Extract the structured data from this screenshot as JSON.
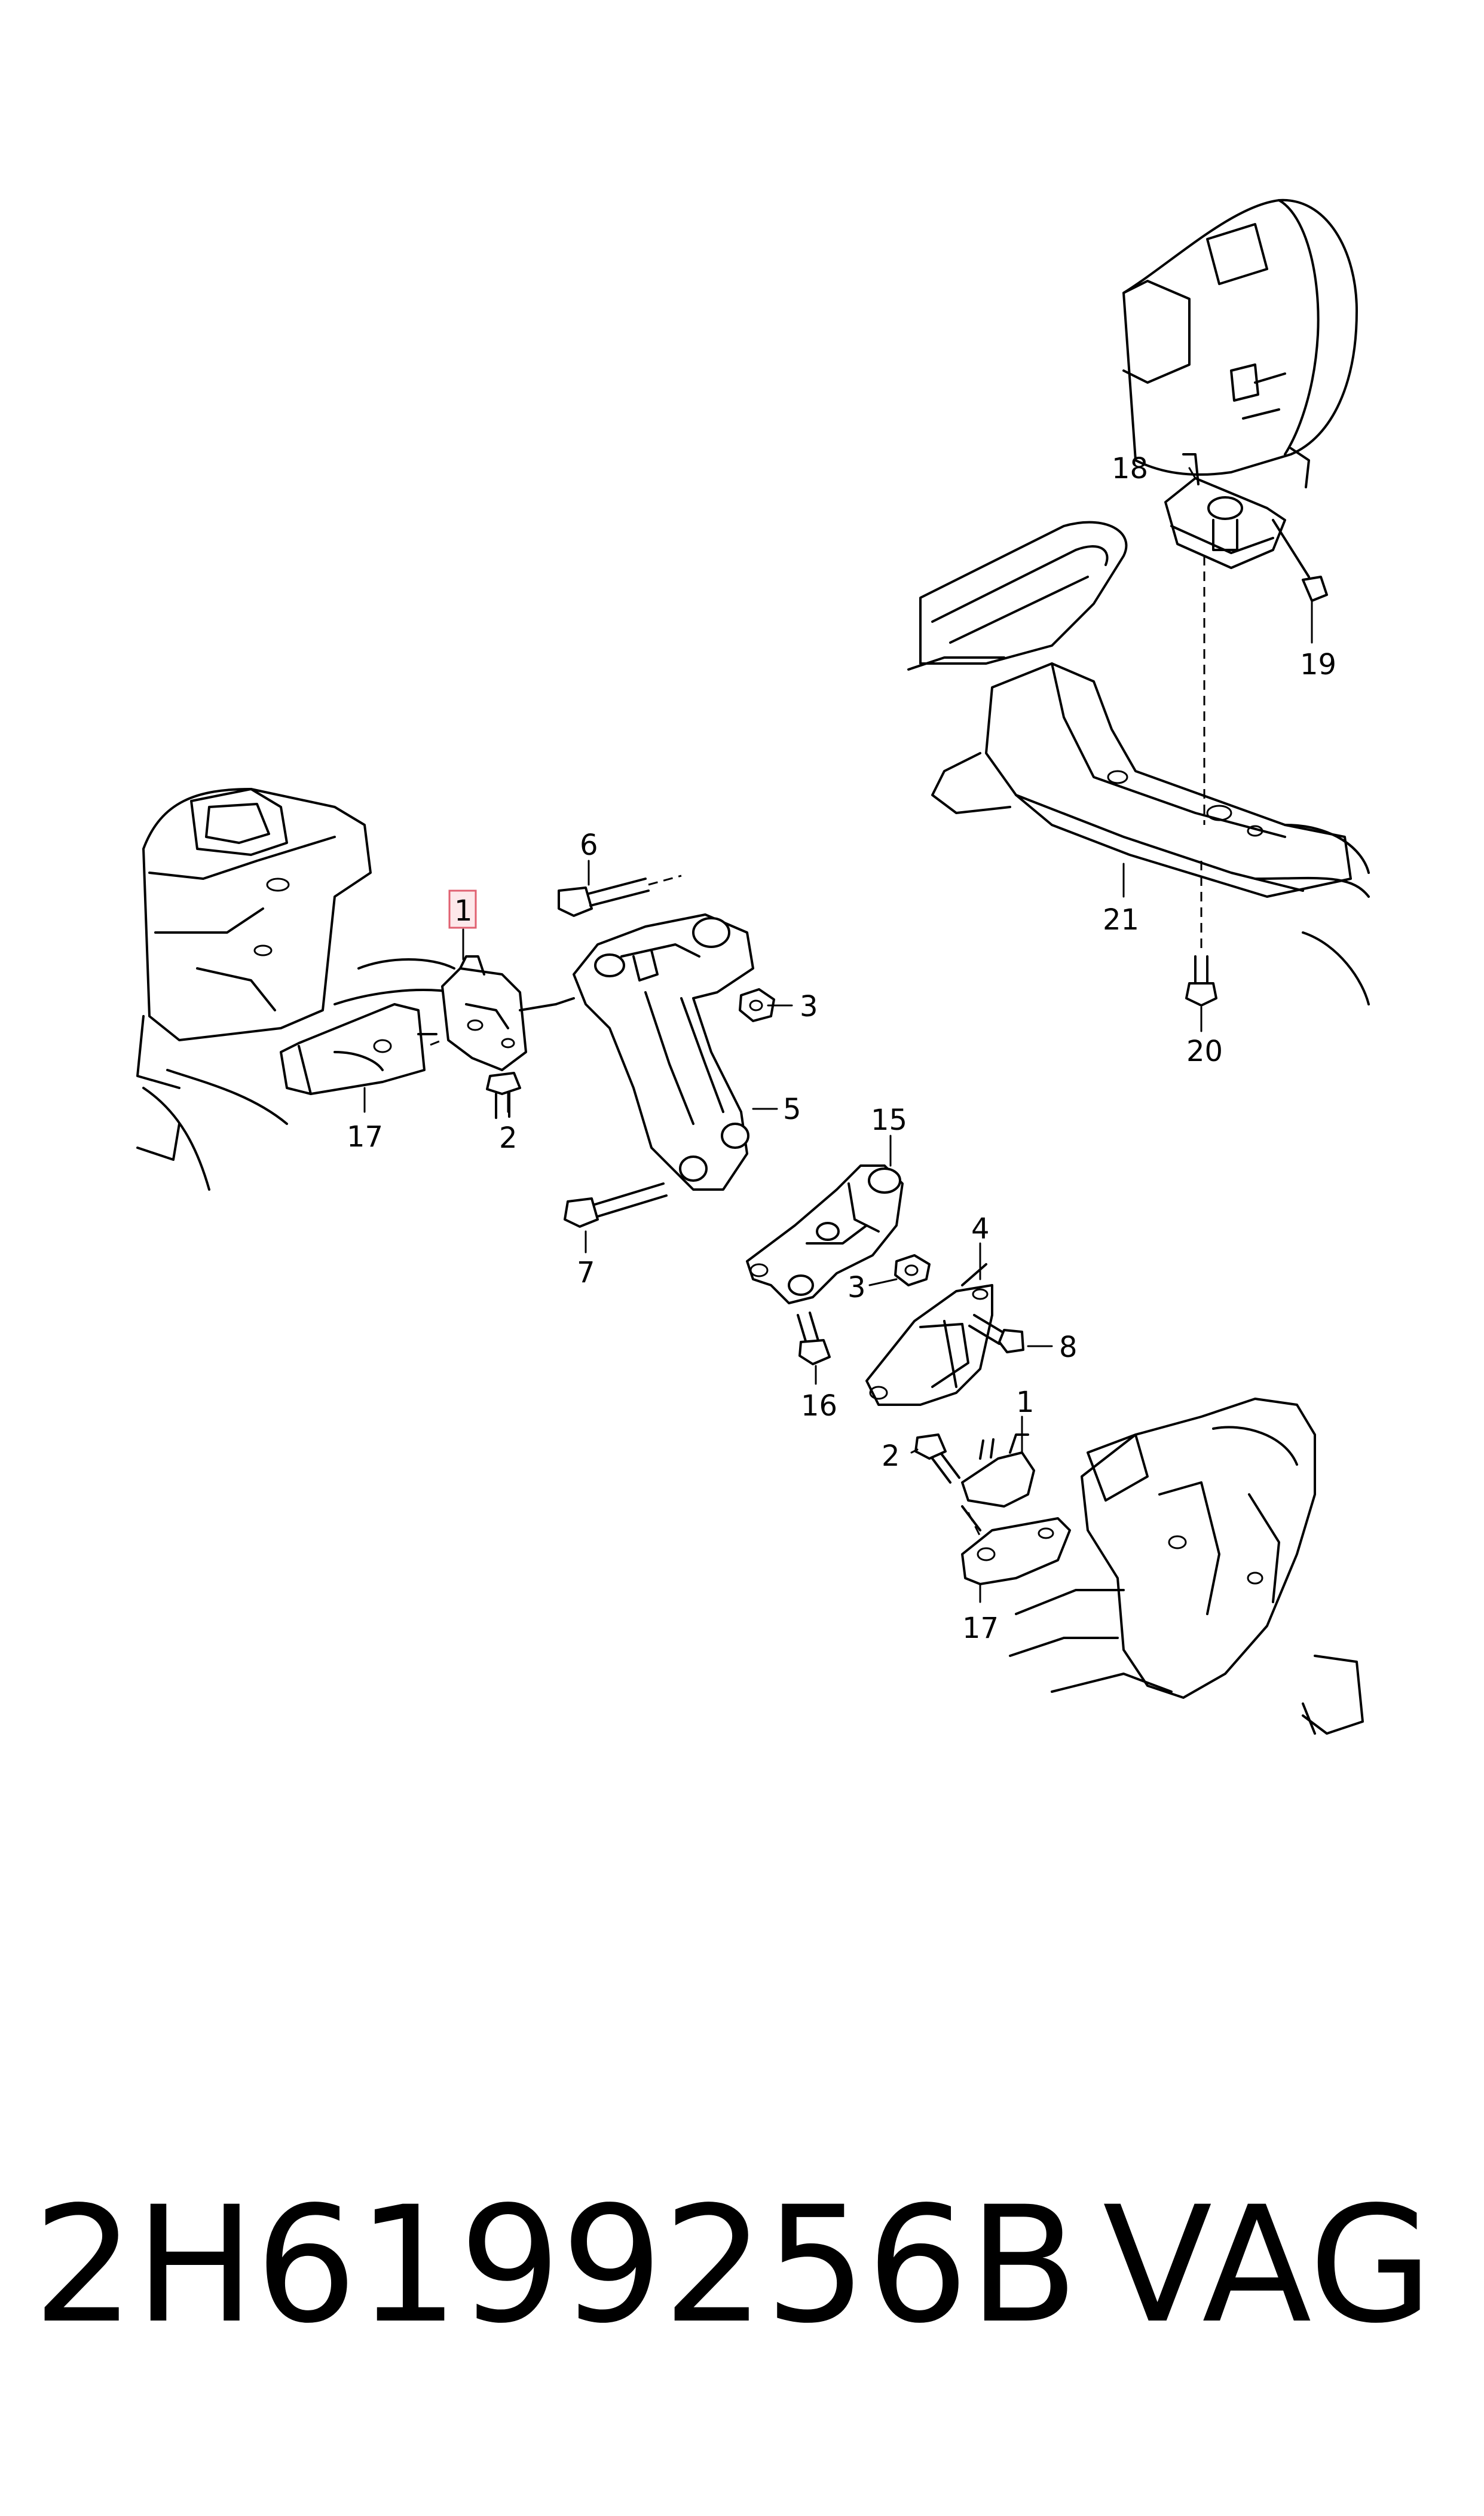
{
  "callouts": {
    "c1_highlight": "1",
    "c1b": "1",
    "c2a": "2",
    "c2b": "2",
    "c3a": "3",
    "c3b": "3",
    "c4": "4",
    "c5": "5",
    "c6": "6",
    "c7": "7",
    "c8": "8",
    "c15": "15",
    "c16": "16",
    "c17a": "17",
    "c17b": "17",
    "c18": "18",
    "c19": "19",
    "c20": "20",
    "c21": "21"
  },
  "caption": {
    "part_number": "2H6199256B",
    "brand": "VAG"
  },
  "colors": {
    "highlight_border": "#e06070",
    "highlight_fill": "#fde8ea",
    "line": "#000000",
    "background": "#ffffff"
  }
}
